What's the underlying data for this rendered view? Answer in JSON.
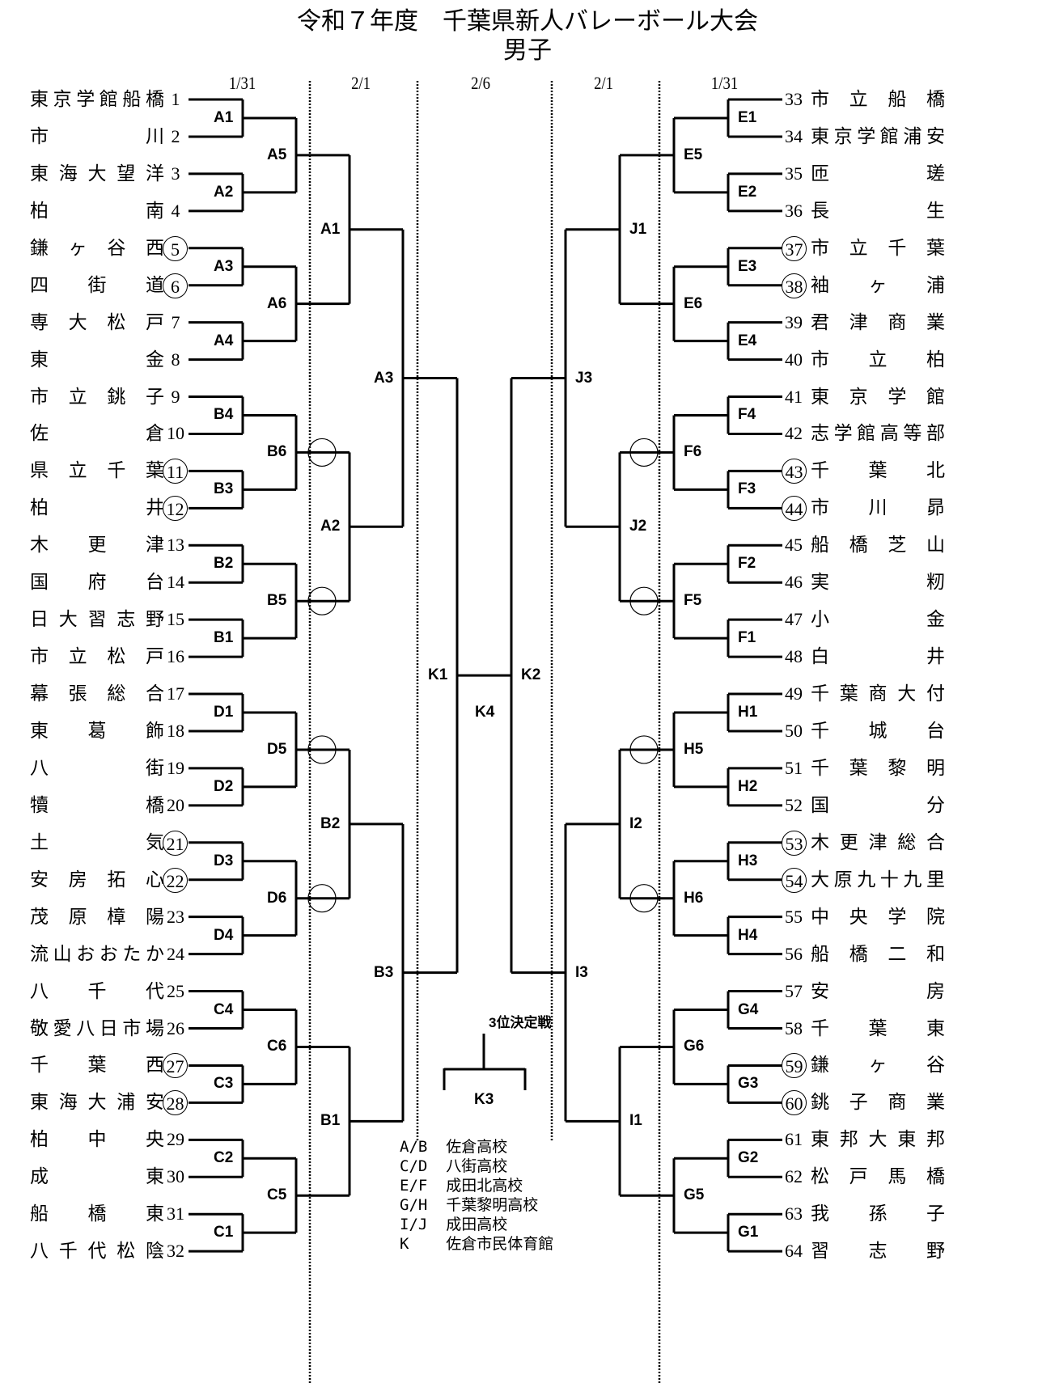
{
  "title": "令和７年度　千葉県新人バレーボール大会",
  "subtitle": "男子",
  "dates": [
    "1/31",
    "2/1",
    "2/6",
    "2/1",
    "1/31"
  ],
  "left_teams": [
    {
      "no": "1",
      "name": "東京学館船橋",
      "circled": false
    },
    {
      "no": "2",
      "name": "市川",
      "circled": false
    },
    {
      "no": "3",
      "name": "東海大望洋",
      "circled": false
    },
    {
      "no": "4",
      "name": "柏南",
      "circled": false
    },
    {
      "no": "5",
      "name": "鎌ヶ谷西",
      "circled": true
    },
    {
      "no": "6",
      "name": "四街道",
      "circled": true
    },
    {
      "no": "7",
      "name": "専大松戸",
      "circled": false
    },
    {
      "no": "8",
      "name": "東金",
      "circled": false
    },
    {
      "no": "9",
      "name": "市立銚子",
      "circled": false
    },
    {
      "no": "10",
      "name": "佐倉",
      "circled": false
    },
    {
      "no": "11",
      "name": "県立千葉",
      "circled": true
    },
    {
      "no": "12",
      "name": "柏井",
      "circled": true
    },
    {
      "no": "13",
      "name": "木更津",
      "circled": false
    },
    {
      "no": "14",
      "name": "国府台",
      "circled": false
    },
    {
      "no": "15",
      "name": "日大習志野",
      "circled": false
    },
    {
      "no": "16",
      "name": "市立松戸",
      "circled": false
    },
    {
      "no": "17",
      "name": "幕張総合",
      "circled": false
    },
    {
      "no": "18",
      "name": "東葛飾",
      "circled": false
    },
    {
      "no": "19",
      "name": "八街",
      "circled": false
    },
    {
      "no": "20",
      "name": "犢橋",
      "circled": false
    },
    {
      "no": "21",
      "name": "土気",
      "circled": true
    },
    {
      "no": "22",
      "name": "安房拓心",
      "circled": true
    },
    {
      "no": "23",
      "name": "茂原樟陽",
      "circled": false
    },
    {
      "no": "24",
      "name": "流山おおたか",
      "circled": false
    },
    {
      "no": "25",
      "name": "八千代",
      "circled": false
    },
    {
      "no": "26",
      "name": "敬愛八日市場",
      "circled": false
    },
    {
      "no": "27",
      "name": "千葉西",
      "circled": true
    },
    {
      "no": "28",
      "name": "東海大浦安",
      "circled": true
    },
    {
      "no": "29",
      "name": "柏中央",
      "circled": false
    },
    {
      "no": "30",
      "name": "成東",
      "circled": false
    },
    {
      "no": "31",
      "name": "船橋東",
      "circled": false
    },
    {
      "no": "32",
      "name": "八千代松陰",
      "circled": false
    }
  ],
  "right_teams": [
    {
      "no": "33",
      "name": "市立船橋",
      "circled": false
    },
    {
      "no": "34",
      "name": "東京学館浦安",
      "circled": false
    },
    {
      "no": "35",
      "name": "匝瑳",
      "circled": false
    },
    {
      "no": "36",
      "name": "長生",
      "circled": false
    },
    {
      "no": "37",
      "name": "市立千葉",
      "circled": true
    },
    {
      "no": "38",
      "name": "袖ヶ浦",
      "circled": true
    },
    {
      "no": "39",
      "name": "君津商業",
      "circled": false
    },
    {
      "no": "40",
      "name": "市立柏",
      "circled": false
    },
    {
      "no": "41",
      "name": "東京学館",
      "circled": false
    },
    {
      "no": "42",
      "name": "志学館高等部",
      "circled": false
    },
    {
      "no": "43",
      "name": "千葉北",
      "circled": true
    },
    {
      "no": "44",
      "name": "市川昴",
      "circled": true
    },
    {
      "no": "45",
      "name": "船橋芝山",
      "circled": false
    },
    {
      "no": "46",
      "name": "実籾",
      "circled": false
    },
    {
      "no": "47",
      "name": "小金",
      "circled": false
    },
    {
      "no": "48",
      "name": "白井",
      "circled": false
    },
    {
      "no": "49",
      "name": "千葉商大付",
      "circled": false
    },
    {
      "no": "50",
      "name": "千城台",
      "circled": false
    },
    {
      "no": "51",
      "name": "千葉黎明",
      "circled": false
    },
    {
      "no": "52",
      "name": "国分",
      "circled": false
    },
    {
      "no": "53",
      "name": "木更津総合",
      "circled": true
    },
    {
      "no": "54",
      "name": "大原九十九里",
      "circled": true
    },
    {
      "no": "55",
      "name": "中央学院",
      "circled": false
    },
    {
      "no": "56",
      "name": "船橋二和",
      "circled": false
    },
    {
      "no": "57",
      "name": "安房",
      "circled": false
    },
    {
      "no": "58",
      "name": "千葉東",
      "circled": false
    },
    {
      "no": "59",
      "name": "鎌ヶ谷",
      "circled": true
    },
    {
      "no": "60",
      "name": "銚子商業",
      "circled": true
    },
    {
      "no": "61",
      "name": "東邦大東邦",
      "circled": false
    },
    {
      "no": "62",
      "name": "松戸馬橋",
      "circled": false
    },
    {
      "no": "63",
      "name": "我孫子",
      "circled": false
    },
    {
      "no": "64",
      "name": "習志野",
      "circled": false
    }
  ],
  "left_matches": {
    "r1": [
      "A1",
      "A2",
      "A3",
      "A4",
      "B4",
      "B3",
      "B2",
      "B1",
      "D1",
      "D2",
      "D3",
      "D4",
      "C4",
      "C3",
      "C2",
      "C1"
    ],
    "r2": [
      "A5",
      "A6",
      "B6",
      "B5",
      "D5",
      "D6",
      "C6",
      "C5"
    ],
    "r3": [
      "A1",
      "A2",
      "B2",
      "B1"
    ],
    "r4": [
      "A3",
      "B3"
    ],
    "semi": "K1"
  },
  "right_matches": {
    "r1": [
      "E1",
      "E2",
      "E3",
      "E4",
      "F4",
      "F3",
      "F2",
      "F1",
      "H1",
      "H2",
      "H3",
      "H4",
      "G4",
      "G3",
      "G2",
      "G1"
    ],
    "r2": [
      "E5",
      "E6",
      "F6",
      "F5",
      "H5",
      "H6",
      "G6",
      "G5"
    ],
    "r3": [
      "J1",
      "J2",
      "I2",
      "I1"
    ],
    "r4": [
      "J3",
      "I3"
    ],
    "semi": "K2"
  },
  "final": "K4",
  "third_place": {
    "label": "3位決定戦",
    "match": "K3"
  },
  "venues": [
    {
      "code": "A/B",
      "place": "佐倉高校"
    },
    {
      "code": "C/D",
      "place": "八街高校"
    },
    {
      "code": "E/F",
      "place": "成田北高校"
    },
    {
      "code": "G/H",
      "place": "千葉黎明高校"
    },
    {
      "code": "I/J",
      "place": "成田高校"
    },
    {
      "code": "K",
      "place": "佐倉市民体育館"
    }
  ]
}
